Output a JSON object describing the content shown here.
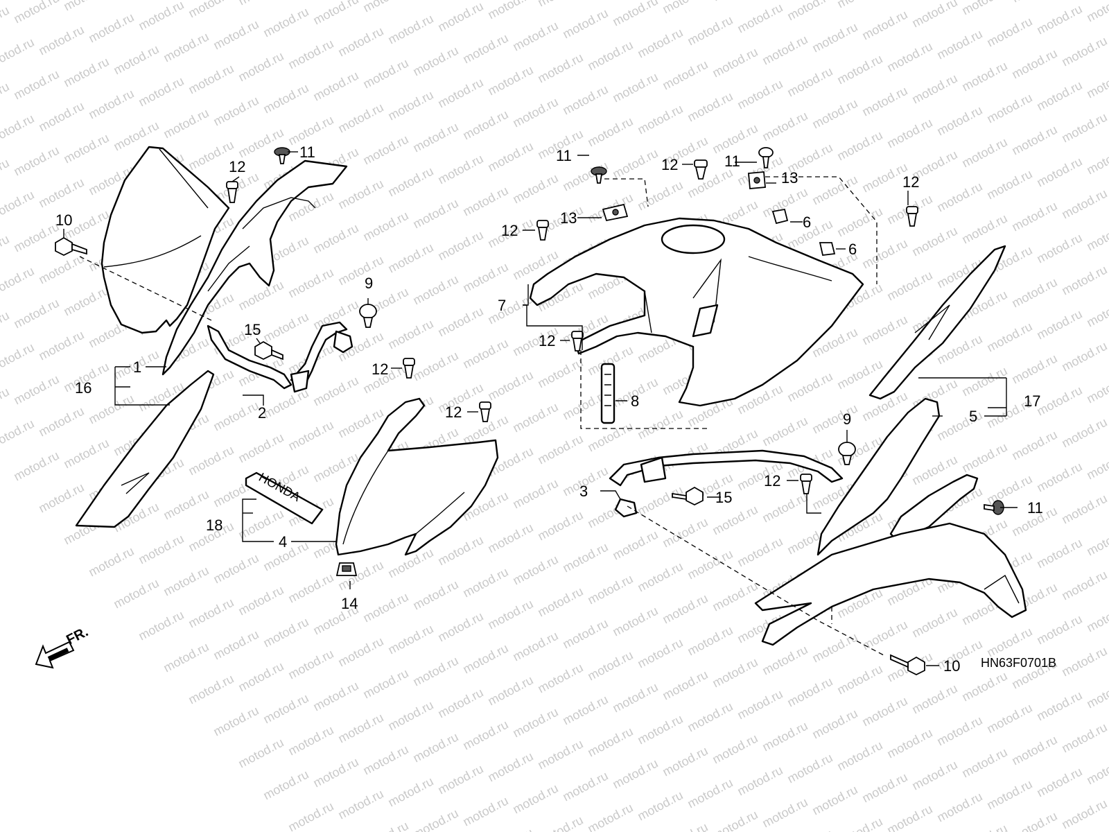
{
  "diagram": {
    "watermark": "motod.ru",
    "code": "HN63F0701B",
    "front_label": "FR."
  },
  "callouts": {
    "c1": "1",
    "c2": "2",
    "c3": "3",
    "c4": "4",
    "c5": "5",
    "c6a": "6",
    "c6b": "6",
    "c7": "7",
    "c8": "8",
    "c9a": "9",
    "c9b": "9",
    "c10a": "10",
    "c10b": "10",
    "c11a": "11",
    "c11b": "11",
    "c11c": "11",
    "c11d": "11",
    "c12a": "12",
    "c12b": "12",
    "c12c": "12",
    "c12d": "12",
    "c12e": "12",
    "c12f": "12",
    "c12g": "12",
    "c12h": "12",
    "c13a": "13",
    "c13b": "13",
    "c14": "14",
    "c15a": "15",
    "c15b": "15",
    "c16": "16",
    "c17": "17",
    "c18": "18"
  },
  "emblem": {
    "text": "HONDA"
  },
  "colors": {
    "line": "#000000",
    "watermark": "#c9c9c9",
    "background": "#ffffff"
  }
}
